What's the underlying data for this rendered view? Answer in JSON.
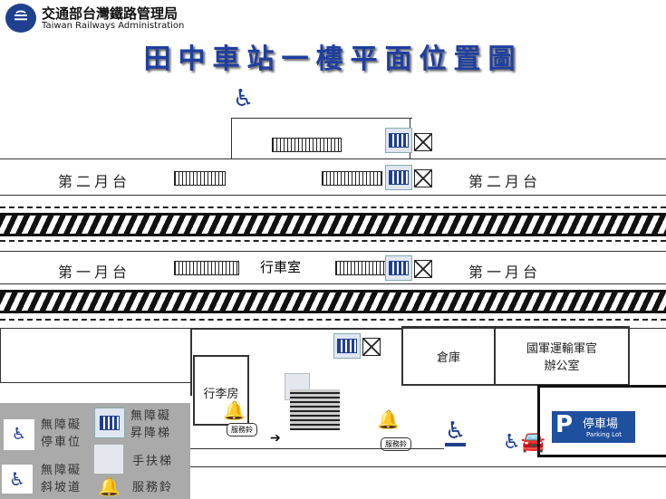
{
  "header": {
    "org_zh": "交通部台灣鐵路管理局",
    "org_en": "Taiwan Railways Administration",
    "title": "田中車站一樓平面位置圖"
  },
  "platforms": {
    "platform2": "第二月台",
    "platform1": "第一月台"
  },
  "rooms": {
    "dispatch": "行車室",
    "storage": "倉庫",
    "military_office_line1": "國軍運輸軍官",
    "military_office_line2": "辦公室",
    "luggage": "行李房"
  },
  "service_bell_tag": "服務鈴",
  "parking": {
    "zh": "停車場",
    "en": "Parking Lot",
    "letter": "P"
  },
  "legend": {
    "accessible_parking": [
      "無障礙",
      "停車位"
    ],
    "accessible_elevator": [
      "無障礙",
      "昇降梯"
    ],
    "escalator": "手扶梯",
    "accessible_ramp": [
      "無障礙",
      "斜坡道"
    ],
    "service_bell": "服務鈴"
  },
  "colors": {
    "title": "#1f3fa0",
    "icon": "#1f3f8f",
    "legend_bg": "#aaaaaa"
  }
}
